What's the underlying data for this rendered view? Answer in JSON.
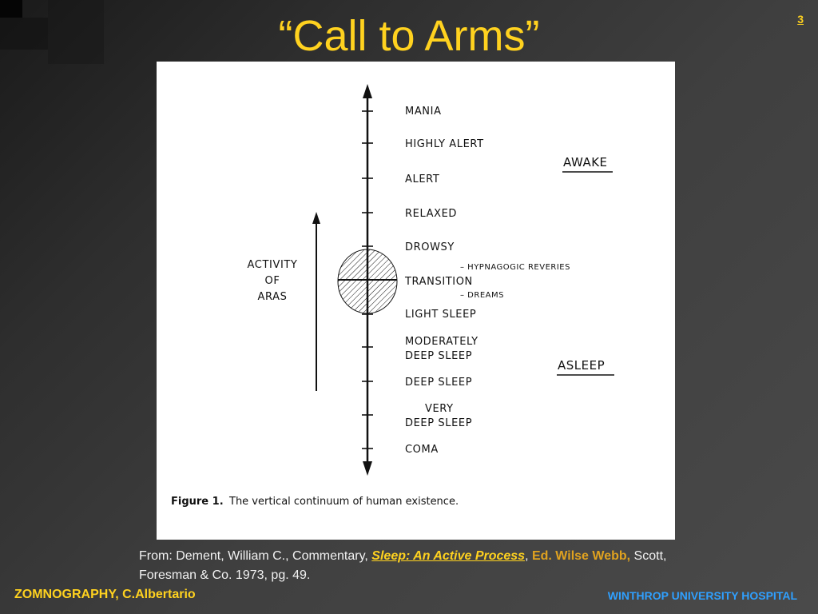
{
  "slide": {
    "title": "“Call to Arms”",
    "page_number": "3"
  },
  "figure": {
    "states": [
      {
        "label": "MANIA"
      },
      {
        "label": "HIGHLY ALERT"
      },
      {
        "label": "ALERT"
      },
      {
        "label": "RELAXED"
      },
      {
        "label": "DROWSY"
      },
      {
        "label": "TRANSITION"
      },
      {
        "label": "LIGHT SLEEP"
      },
      {
        "label": "MODERATELY",
        "label2": "DEEP SLEEP"
      },
      {
        "label": "DEEP SLEEP"
      },
      {
        "label": "VERY",
        "label2": "DEEP SLEEP"
      },
      {
        "label": "COMA"
      }
    ],
    "notes": {
      "hypnagogic": "– HYPNAGOGIC  REVERIES",
      "dreams": "– DREAMS"
    },
    "activity_label": [
      "ACTIVITY",
      "OF",
      "ARAS"
    ],
    "awake_label": "AWAKE",
    "asleep_label": "ASLEEP",
    "caption_bold": "Figure 1.",
    "caption_text": "The vertical continuum of human existence."
  },
  "citation": {
    "prefix": "From: Dement, William C., Commentary, ",
    "book": "Sleep: An Active Process",
    "sep": ", ",
    "editor": "Ed. Wilse Webb,",
    "rest": " Scott, Foresman & Co. 1973, pg. 49."
  },
  "footer": {
    "left": "ZOMNOGRAPHY, C.Albertario",
    "right": "WINTHROP UNIVERSITY HOSPITAL"
  }
}
